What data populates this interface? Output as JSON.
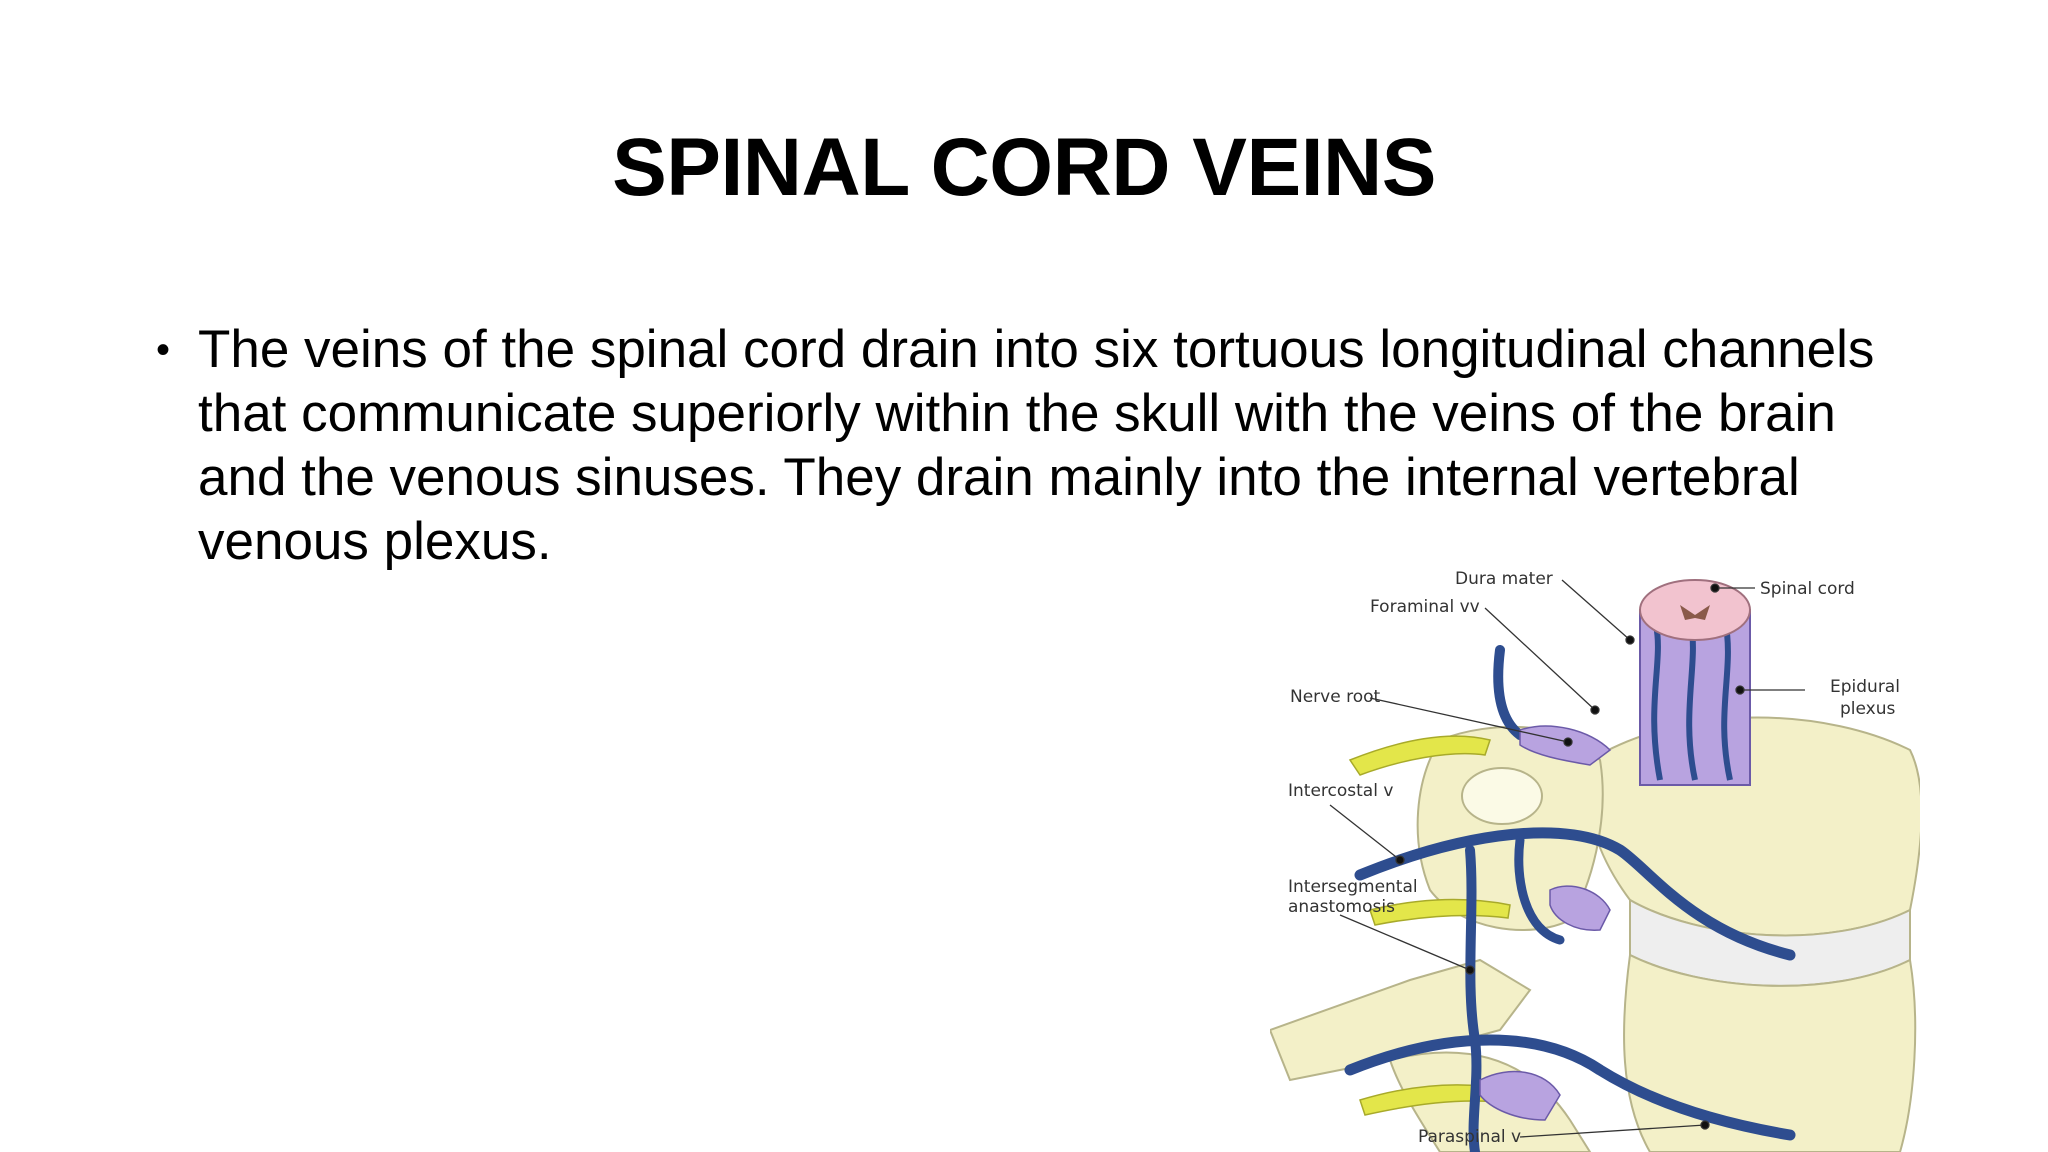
{
  "slide": {
    "title": "SPINAL CORD VEINS",
    "bullets": [
      "The veins of the spinal cord drain into six tortuous longitudinal channels that communicate superiorly within the skull with the veins of the brain and the venous sinuses. They drain mainly into the internal vertebral venous plexus."
    ]
  },
  "figure": {
    "labels": {
      "dura_mater": "Dura mater",
      "foraminal_vv": "Foraminal vv",
      "spinal_cord": "Spinal cord",
      "nerve_root": "Nerve root",
      "epidural": "Epidural",
      "plexus": "plexus",
      "intercostal_v": "Intercostal v",
      "intersegmental": "Intersegmental",
      "anastomosis": "anastomosis",
      "paraspinal_v": "Paraspinal v"
    },
    "colors": {
      "vein": "#2e4d8f",
      "bone": "#f3f0c8",
      "bone_outline": "#b7b48a",
      "nerve": "#e3e64a",
      "cord": "#f2c3cf",
      "plexus": "#b8a3e0"
    }
  }
}
